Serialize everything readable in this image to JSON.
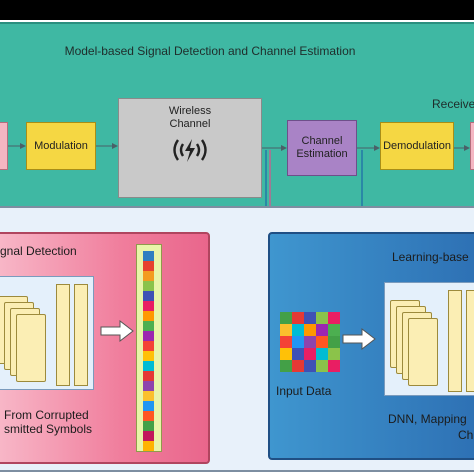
{
  "top_panel": {
    "title": "Model-based Signal Detection and Channel Estimation",
    "receiver_label": "Receive",
    "blocks": {
      "modulation": "Modulation",
      "wireless_channel": "Wireless Channel",
      "channel_estimation": "Channel Estimation",
      "demodulation": "Demodulation"
    }
  },
  "left_panel": {
    "title": "gnal Detection",
    "caption_line1": "From Corrupted",
    "caption_line2": "smitted Symbols"
  },
  "right_panel": {
    "title": "Learning-base",
    "input_label": "Input Data",
    "caption_line1": "DNN, Mapping",
    "caption_line2": "Ch"
  },
  "colors": {
    "top_panel": "#3fb8a3",
    "pink_panel": "#f07d9c",
    "blue_panel": "#2d6fb3",
    "modulation_block": "#f5d743",
    "channel_estimation_block": "#a983c6",
    "wireless_block": "#c9c9c9",
    "arrow_pink": "#e0508a",
    "arrow_blue": "#1f6ea8"
  },
  "icons": {
    "wireless": "wireless-signal-icon"
  },
  "feature_colors": [
    "#2f7fc1",
    "#e6412f",
    "#f39c1f",
    "#8bc34a",
    "#3f51b5",
    "#e91e63",
    "#ff9800",
    "#4caf50",
    "#9c27b0",
    "#f44336",
    "#ffc107",
    "#00bcd4",
    "#e53935",
    "#8e44ad",
    "#fbc02d",
    "#2196f3",
    "#ff5722",
    "#43a047",
    "#c2185b",
    "#ffb300"
  ],
  "grid_colors": [
    "#43a047",
    "#e53935",
    "#3f51b5",
    "#8bc34a",
    "#e91e63",
    "#fbc02d",
    "#00bcd4",
    "#ff9800",
    "#9c27b0",
    "#4caf50",
    "#f44336",
    "#2196f3",
    "#8e44ad",
    "#ff5722",
    "#43a047",
    "#ffc107",
    "#3f51b5",
    "#e91e63",
    "#00bcd4",
    "#8bc34a"
  ]
}
